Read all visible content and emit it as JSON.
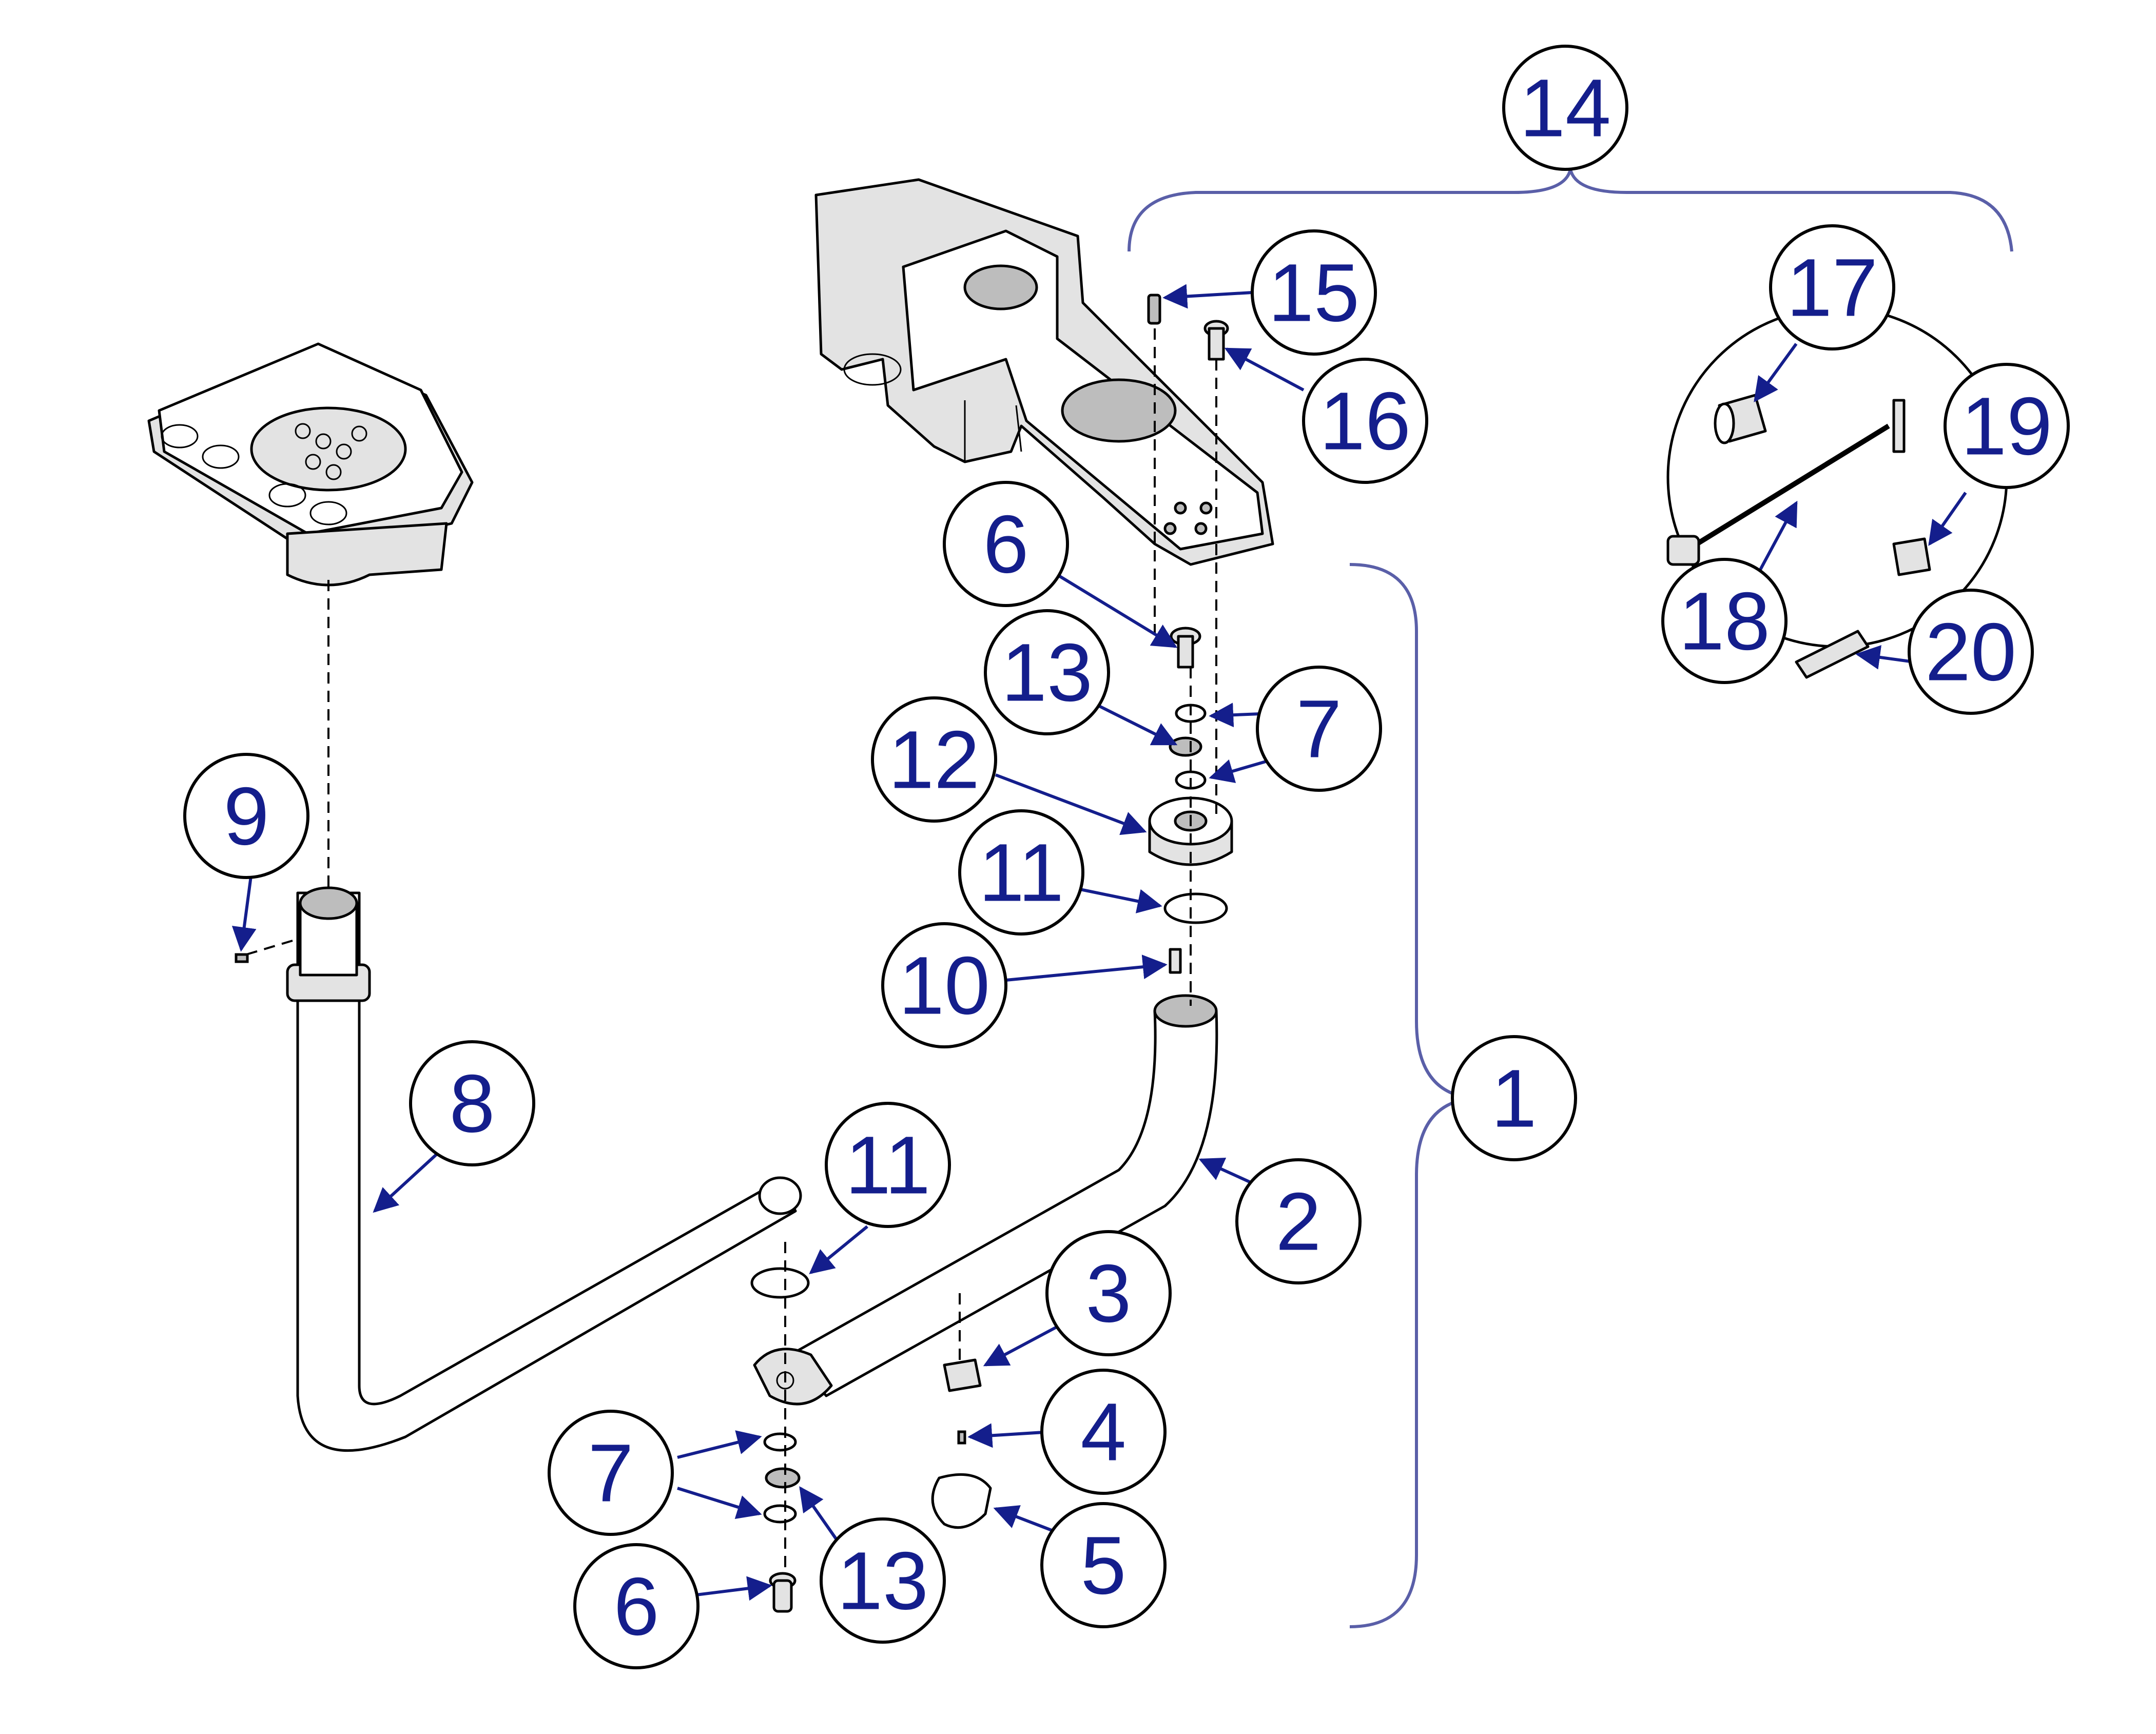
{
  "callouts": [
    {
      "id": "c14",
      "label": "14"
    },
    {
      "id": "c15",
      "label": "15"
    },
    {
      "id": "c16",
      "label": "16"
    },
    {
      "id": "c17",
      "label": "17"
    },
    {
      "id": "c19",
      "label": "19"
    },
    {
      "id": "c18",
      "label": "18"
    },
    {
      "id": "c20",
      "label": "20"
    },
    {
      "id": "c6a",
      "label": "6"
    },
    {
      "id": "c13a",
      "label": "13"
    },
    {
      "id": "c7a",
      "label": "7"
    },
    {
      "id": "c12",
      "label": "12"
    },
    {
      "id": "c11a",
      "label": "11"
    },
    {
      "id": "c10",
      "label": "10"
    },
    {
      "id": "c9",
      "label": "9"
    },
    {
      "id": "c1",
      "label": "1"
    },
    {
      "id": "c8",
      "label": "8"
    },
    {
      "id": "c11b",
      "label": "11"
    },
    {
      "id": "c2",
      "label": "2"
    },
    {
      "id": "c3",
      "label": "3"
    },
    {
      "id": "c4",
      "label": "4"
    },
    {
      "id": "c7b",
      "label": "7"
    },
    {
      "id": "c5",
      "label": "5"
    },
    {
      "id": "c6b",
      "label": "6"
    },
    {
      "id": "c13b",
      "label": "13"
    }
  ],
  "colors": {
    "callout_text": "#141e8c",
    "leader": "#141e8c",
    "bracket": "#5a5fa8",
    "outline": "#000000",
    "background": "#ffffff"
  }
}
